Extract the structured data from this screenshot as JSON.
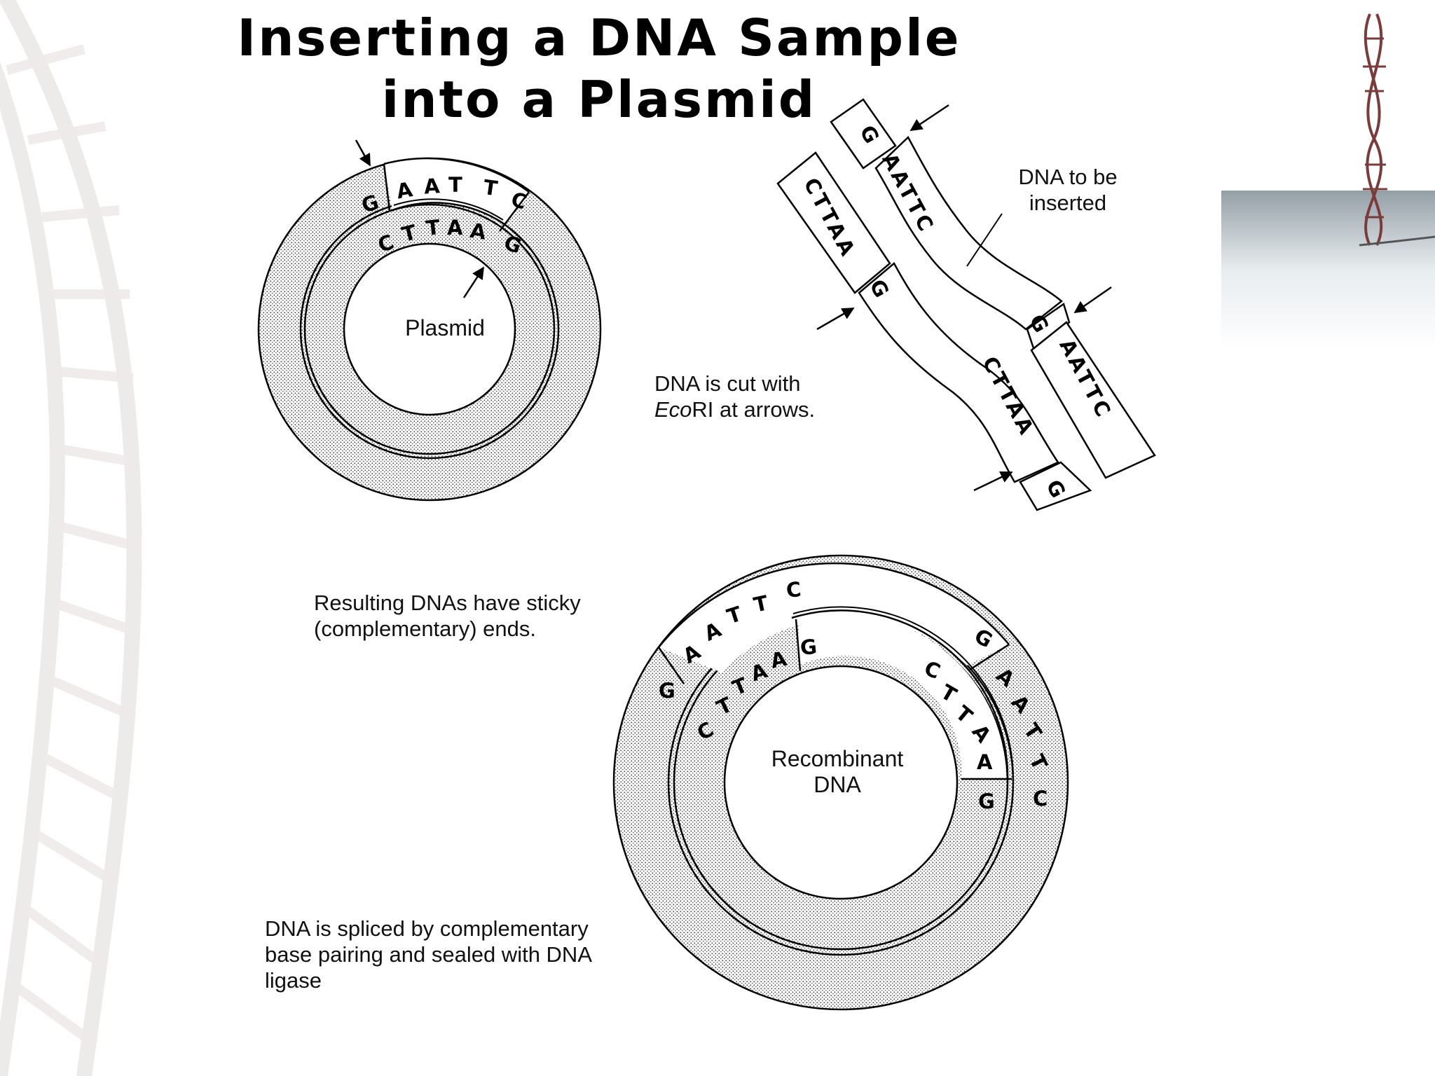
{
  "title": {
    "line1": "Inserting a DNA Sample",
    "line2": "into a Plasmid"
  },
  "labels": {
    "plasmid": "Plasmid",
    "dna_to_be_inserted": {
      "line1": "DNA to be",
      "line2": "inserted"
    },
    "cut": {
      "line1": "DNA is cut with",
      "line2_italic": "Eco",
      "line2_rest": "RI at arrows."
    },
    "sticky": {
      "line1": "Resulting DNAs have sticky",
      "line2": "(complementary) ends."
    },
    "spliced": {
      "line1": "DNA is spliced by complementary",
      "line2": "base pairing and sealed with DNA",
      "line3": "ligase"
    },
    "recombinant": {
      "line1": "Recombinant",
      "line2": "DNA"
    }
  },
  "sequences": {
    "plasmid_outer": [
      "G",
      "A",
      "A",
      "T",
      "T",
      "C"
    ],
    "plasmid_inner": [
      "C",
      "T",
      "T",
      "A",
      "A",
      "G"
    ],
    "insert_top_left": "G",
    "insert_top_strand": "AATTC",
    "insert_left_strand": "CTTAA",
    "insert_mid_g": "G",
    "insert_right_g": "G",
    "insert_right_strand": "AATTC",
    "insert_lower_strand": "CTTAA",
    "insert_bottom_g": "G",
    "recomb_outer_left": [
      "G",
      "A",
      "A",
      "T",
      "T",
      "C"
    ],
    "recomb_inner_left": [
      "C",
      "T",
      "T",
      "A",
      "A",
      "G"
    ],
    "recomb_outer_right": [
      "G",
      "A",
      "A",
      "T",
      "T",
      "C"
    ],
    "recomb_inner_right": [
      "C",
      "T",
      "T",
      "A",
      "A",
      "G"
    ]
  },
  "colors": {
    "ink": "#000000",
    "stipple": "#555555",
    "background": "#ffffff"
  }
}
